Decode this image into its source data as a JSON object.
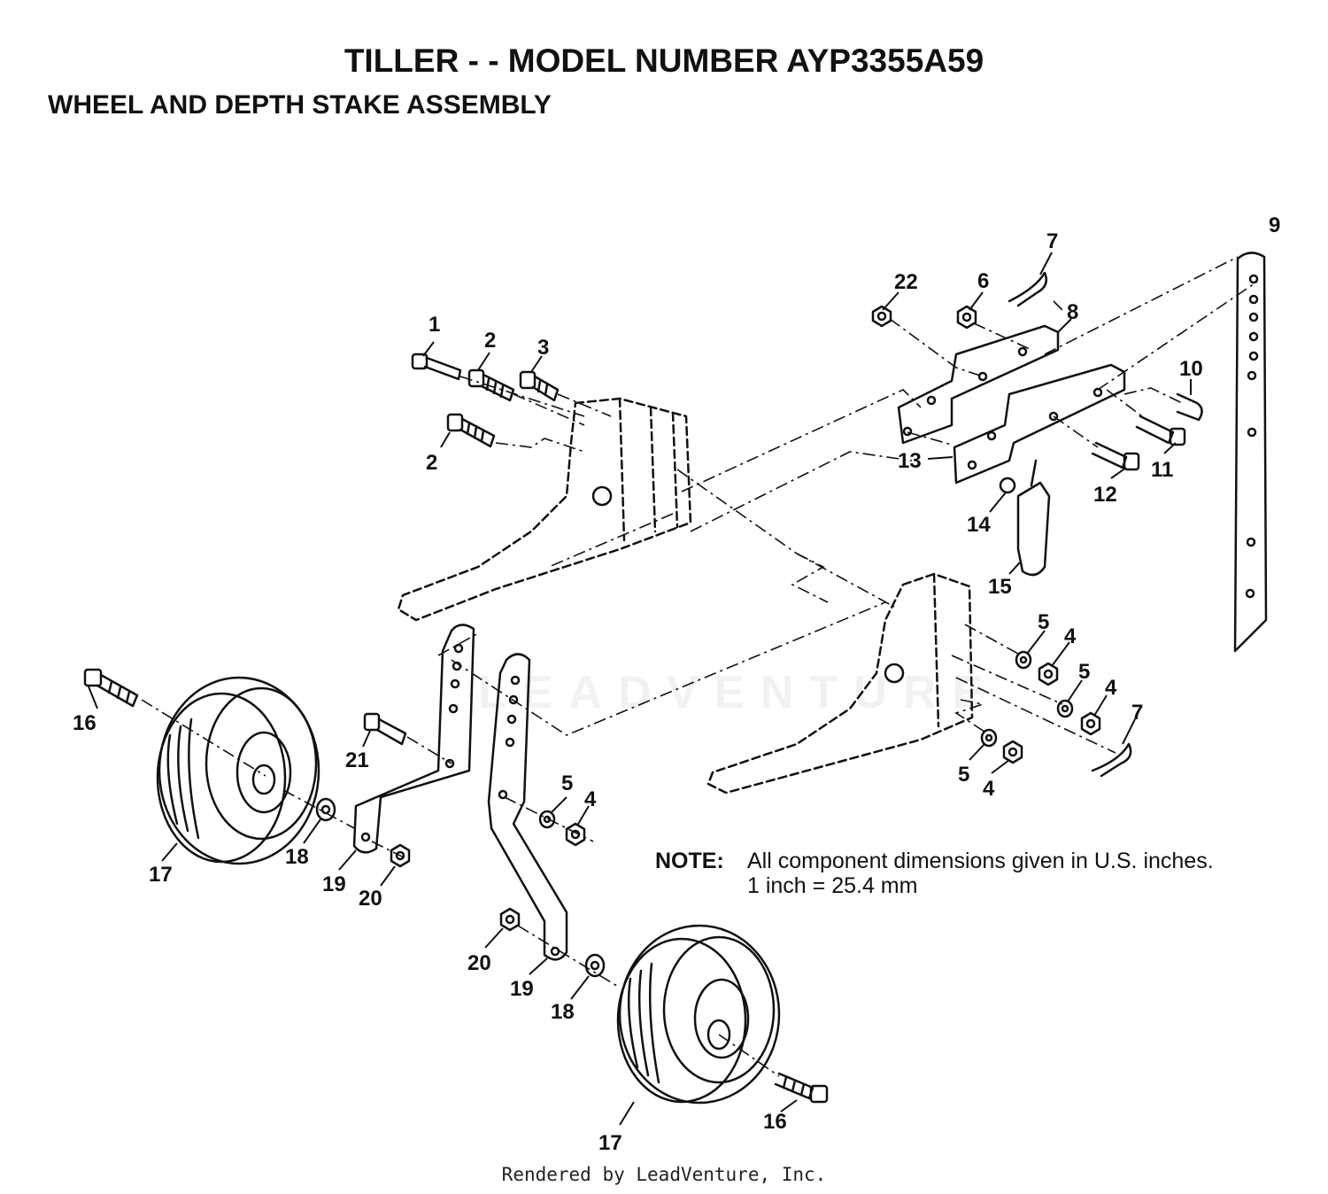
{
  "header": {
    "title": "TILLER - - MODEL NUMBER AYP3355A59",
    "subtitle": "WHEEL AND DEPTH STAKE ASSEMBLY"
  },
  "callouts": [
    {
      "id": "c1",
      "label": "1"
    },
    {
      "id": "c2a",
      "label": "2"
    },
    {
      "id": "c2b",
      "label": "2"
    },
    {
      "id": "c3",
      "label": "3"
    },
    {
      "id": "c4a",
      "label": "4"
    },
    {
      "id": "c4b",
      "label": "4"
    },
    {
      "id": "c4c",
      "label": "4"
    },
    {
      "id": "c4d",
      "label": "4"
    },
    {
      "id": "c5a",
      "label": "5"
    },
    {
      "id": "c5b",
      "label": "5"
    },
    {
      "id": "c5c",
      "label": "5"
    },
    {
      "id": "c5d",
      "label": "5"
    },
    {
      "id": "c6",
      "label": "6"
    },
    {
      "id": "c7a",
      "label": "7"
    },
    {
      "id": "c7b",
      "label": "7"
    },
    {
      "id": "c8",
      "label": "8"
    },
    {
      "id": "c9",
      "label": "9"
    },
    {
      "id": "c10",
      "label": "10"
    },
    {
      "id": "c11",
      "label": "11"
    },
    {
      "id": "c12",
      "label": "12"
    },
    {
      "id": "c13",
      "label": "13"
    },
    {
      "id": "c14",
      "label": "14"
    },
    {
      "id": "c15",
      "label": "15"
    },
    {
      "id": "c16a",
      "label": "16"
    },
    {
      "id": "c16b",
      "label": "16"
    },
    {
      "id": "c17a",
      "label": "17"
    },
    {
      "id": "c17b",
      "label": "17"
    },
    {
      "id": "c18a",
      "label": "18"
    },
    {
      "id": "c18b",
      "label": "18"
    },
    {
      "id": "c19a",
      "label": "19"
    },
    {
      "id": "c19b",
      "label": "19"
    },
    {
      "id": "c20a",
      "label": "20"
    },
    {
      "id": "c20b",
      "label": "20"
    },
    {
      "id": "c21",
      "label": "21"
    },
    {
      "id": "c22",
      "label": "22"
    }
  ],
  "note": {
    "label": "NOTE:",
    "line1": "All component dimensions given in U.S. inches.",
    "line2": "1 inch = 25.4 mm"
  },
  "watermark": "LEADVENTURE",
  "footer": "Rendered by LeadVenture, Inc."
}
